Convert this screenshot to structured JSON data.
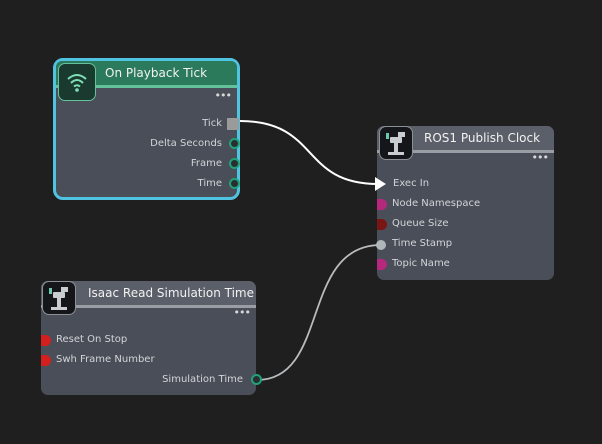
{
  "nodes": {
    "playback": {
      "title": "On Playback Tick",
      "outputs": [
        "Tick",
        "Delta Seconds",
        "Frame",
        "Time"
      ]
    },
    "ros": {
      "title": "ROS1 Publish Clock",
      "inputs": [
        "Exec In",
        "Node Namespace",
        "Queue Size",
        "Time Stamp",
        "Topic Name"
      ]
    },
    "isaac": {
      "title": "Isaac Read Simulation Time",
      "inputs": [
        "Reset On Stop",
        "Swh Frame Number"
      ],
      "outputs": [
        "Simulation Time"
      ]
    }
  },
  "menu_glyph": "•••",
  "colors": {
    "background": "#1f1f1f",
    "node_body": "#4a4e58",
    "selection": "#4fc3e0",
    "event_header": "#2b7a5b",
    "wire": "#ffffff"
  },
  "icons": {
    "playback": "wireless-broadcast-icon",
    "ros": "robot-arm-icon",
    "isaac": "robot-arm-icon"
  }
}
